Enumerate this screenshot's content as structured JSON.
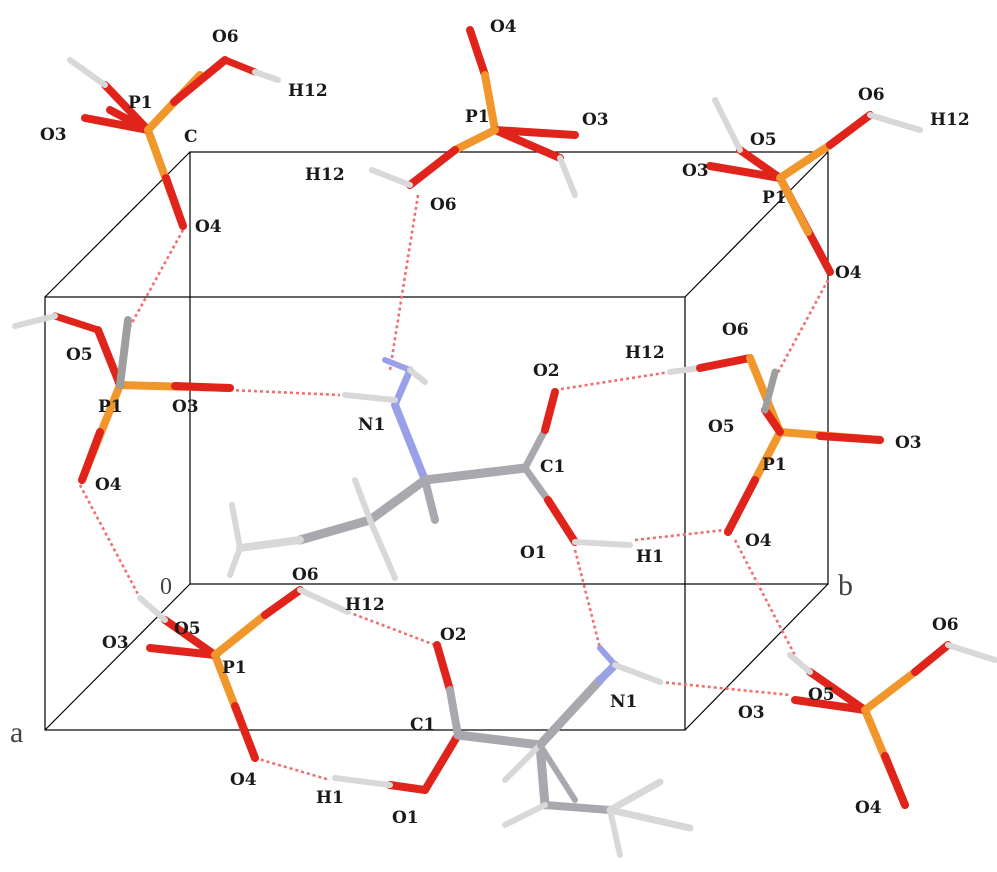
{
  "axis_labels": {
    "a": "a",
    "b": "b",
    "c": "C",
    "origin": "0"
  },
  "atom_labels": {
    "o6_top_left": "O6",
    "h12_top_left": "H12",
    "p1_top_left": "P1",
    "o3_top_left": "O3",
    "o4_top_left": "O4",
    "o4_top_mid": "O4",
    "p1_top_mid": "P1",
    "o3_top_mid": "O3",
    "h12_top_mid": "H12",
    "o6_top_mid": "O6",
    "o6_top_right": "O6",
    "h12_top_right": "H12",
    "o5_top_right": "O5",
    "o3_top_right": "O3",
    "p1_top_right": "P1",
    "o4_top_right": "O4",
    "o5_left": "O5",
    "p1_left": "P1",
    "o3_left": "O3",
    "o4_left": "O4",
    "n1_center": "N1",
    "o2_center": "O2",
    "h12_center": "H12",
    "c1_center": "C1",
    "o1_center": "O1",
    "h1_center": "H1",
    "o6_right": "O6",
    "o5_right": "O5",
    "p1_right": "P1",
    "o3_right": "O3",
    "o4_right": "O4",
    "o6_bot_left": "O6",
    "h12_bot_left": "H12",
    "o3_bot_left": "O3",
    "o5_bot_left": "O5",
    "p1_bot_left": "P1",
    "o4_bot_left": "O4",
    "o2_bot": "O2",
    "c1_bot": "C1",
    "h1_bot": "H1",
    "o1_bot": "O1",
    "n1_bot": "N1",
    "o6_bot_right": "O6",
    "o5_bot_right": "O5",
    "o3_bot_right": "O3",
    "o4_bot_right": "O4"
  },
  "colors": {
    "oxygen": "#e0241c",
    "phosphorus": "#f0962a",
    "nitrogen": "#9aa0e8",
    "carbon": "#a8a8ae",
    "hydrogen": "#d8d8d8",
    "hydrogen_bond": "#f07070",
    "cell_edge": "#000000"
  }
}
